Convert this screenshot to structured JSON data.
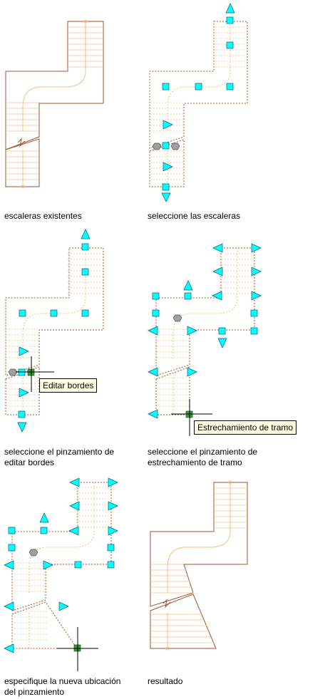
{
  "captions": {
    "c1": "escaleras existentes",
    "c2": "seleccione las escaleras",
    "c3_line1": "seleccione el pinzamiento de",
    "c3_line2": "editar bordes",
    "c4_line1": "seleccione el pinzamiento de",
    "c4_line2": "estrechamiento de tramo",
    "c5_line1": "especifique la nueva ubicación",
    "c5_line2": "del pinzamiento",
    "c6": "resultado"
  },
  "tooltips": {
    "edit_edges": "Editar bordes",
    "run_taper": "Estrechamiento de tramo"
  },
  "colors": {
    "stair_outline": "#a0522d",
    "tread_line": "#f0c080",
    "grip_fill": "#00ffff",
    "grip_stroke": "#006070",
    "grip_selected": "#3a9a3a",
    "cursor": "#000000",
    "hex_grip": "#a0a0a0"
  }
}
